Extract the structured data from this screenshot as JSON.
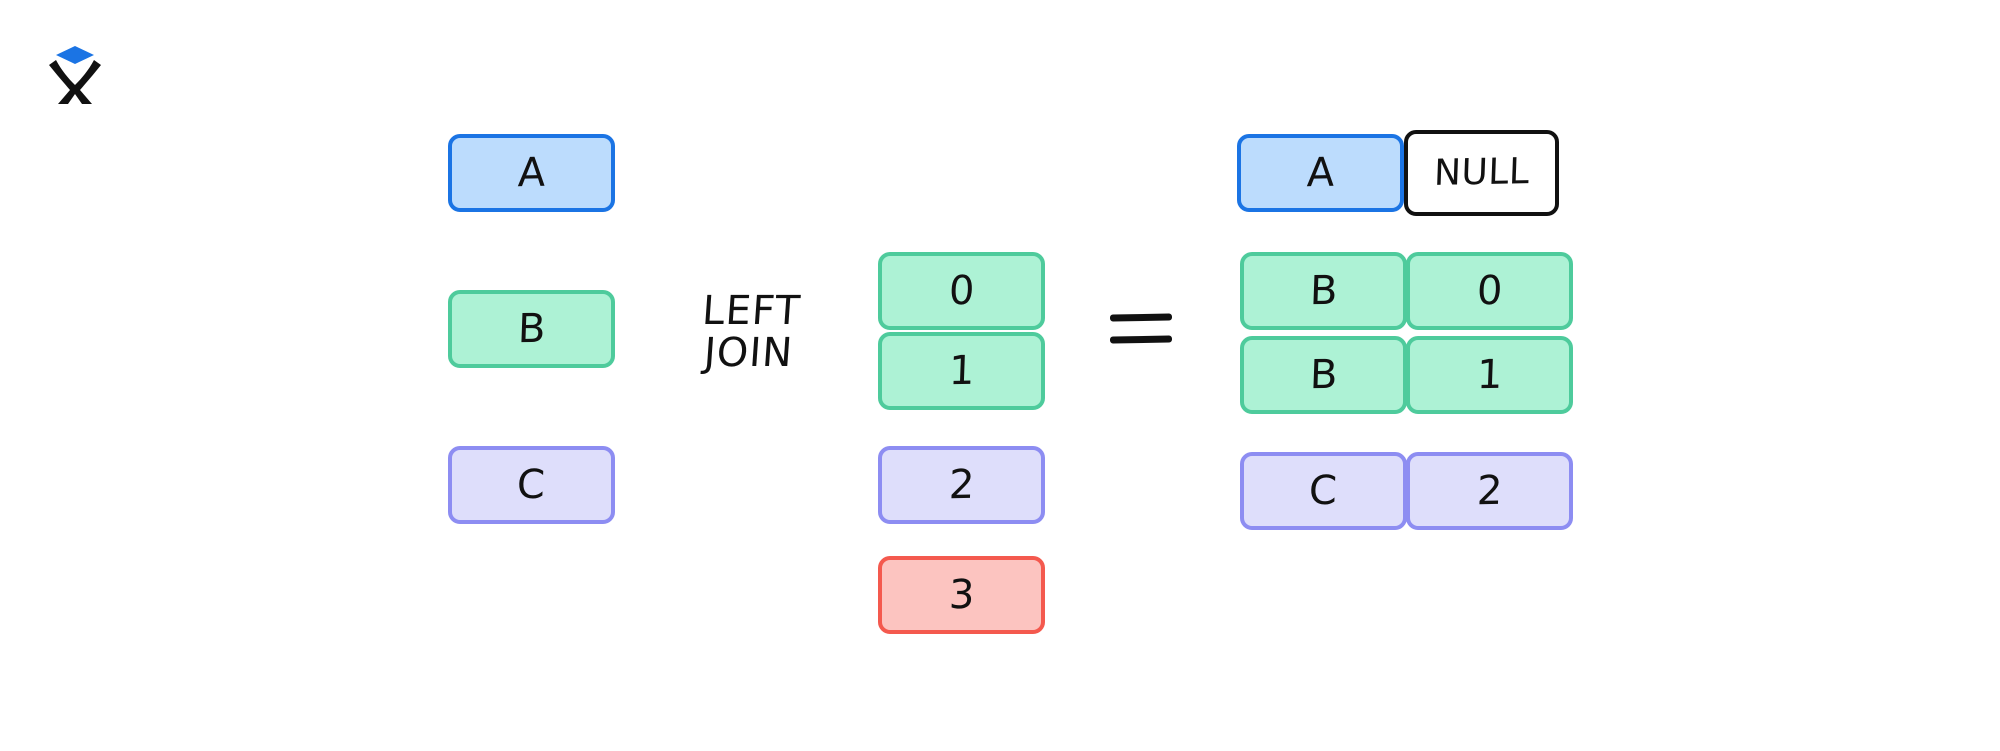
{
  "logo": {
    "name": "x-with-diamond-logo",
    "mark_color": "#111111",
    "accent_color": "#1b74e4"
  },
  "operator": {
    "line1": "LEFT",
    "line2": "JOIN",
    "equals": "="
  },
  "palette": {
    "blue_fill": "#bcdcfd",
    "blue_border": "#1b74e4",
    "green_fill": "#adf2d5",
    "green_border": "#4ecb9c",
    "purple_fill": "#dedefb",
    "purple_border": "#8d8df2",
    "red_fill": "#fcc4c0",
    "red_border": "#f4594e",
    "white_fill": "#ffffff",
    "black_border": "#111111"
  },
  "left_table": {
    "label": "left-table",
    "rows": [
      {
        "value": "A",
        "color": "blue"
      },
      {
        "value": "B",
        "color": "green"
      },
      {
        "value": "C",
        "color": "purple"
      }
    ]
  },
  "right_table": {
    "label": "right-table",
    "rows": [
      {
        "value": "0",
        "color": "green"
      },
      {
        "value": "1",
        "color": "green"
      },
      {
        "value": "2",
        "color": "purple"
      },
      {
        "value": "3",
        "color": "red"
      }
    ]
  },
  "result_table": {
    "label": "result-table",
    "rows": [
      {
        "left": "A",
        "right": "NULL",
        "left_color": "blue",
        "right_color": "white"
      },
      {
        "left": "B",
        "right": "0",
        "left_color": "green",
        "right_color": "green"
      },
      {
        "left": "B",
        "right": "1",
        "left_color": "green",
        "right_color": "green"
      },
      {
        "left": "C",
        "right": "2",
        "left_color": "purple",
        "right_color": "purple"
      }
    ]
  }
}
